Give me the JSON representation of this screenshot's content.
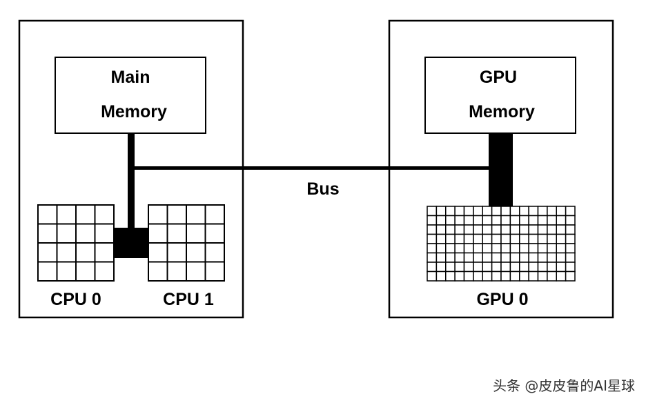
{
  "host": {
    "main_memory": {
      "line1": "Main",
      "line2": "Memory"
    },
    "cpus": [
      {
        "label": "CPU 0",
        "grid": {
          "cols": 4,
          "rows": 4
        }
      },
      {
        "label": "CPU 1",
        "grid": {
          "cols": 4,
          "rows": 4
        }
      }
    ]
  },
  "device": {
    "gpu_memory": {
      "line1": "GPU",
      "line2": "Memory"
    },
    "gpu": {
      "label": "GPU 0",
      "grid": {
        "cols": 16,
        "rows": 8
      }
    }
  },
  "bus": {
    "label": "Bus"
  },
  "watermark": "头条 @皮皮鲁的AI星球"
}
